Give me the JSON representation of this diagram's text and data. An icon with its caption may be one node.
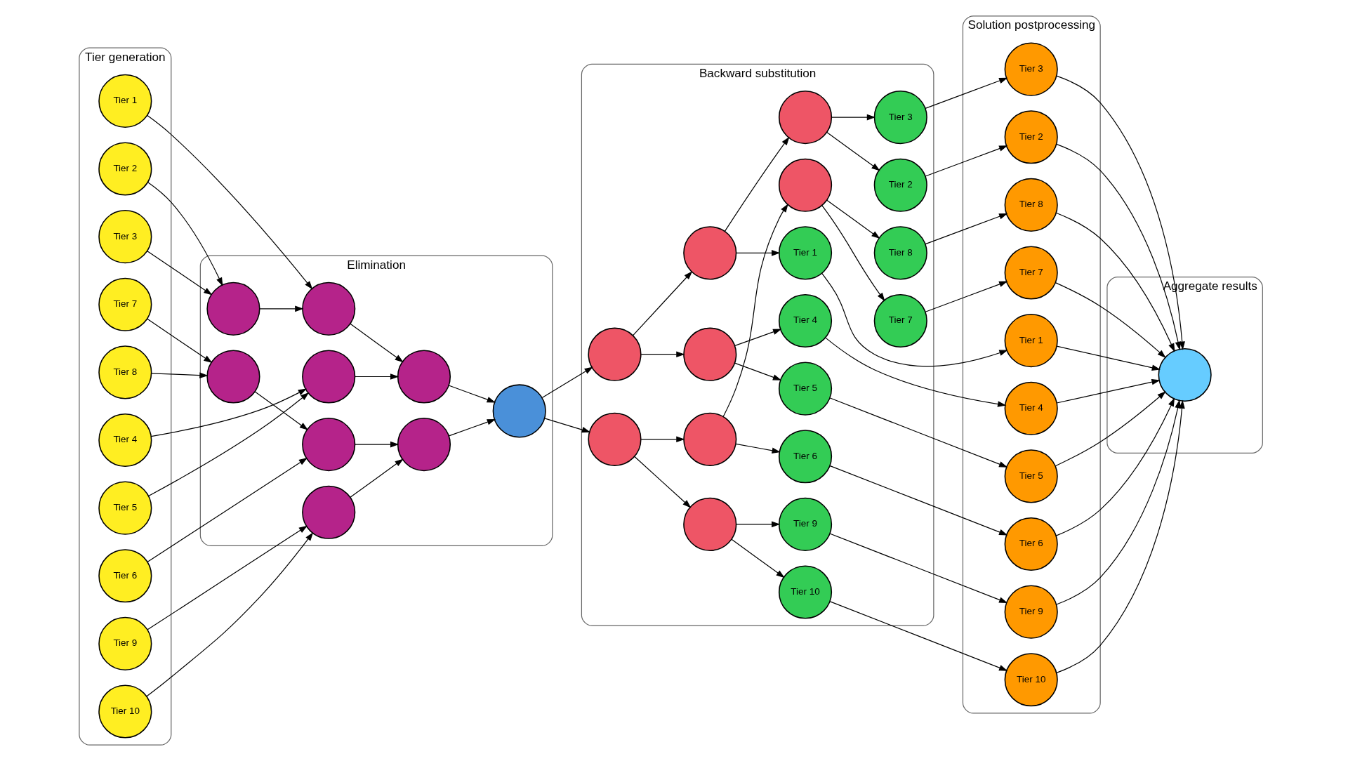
{
  "diagram": {
    "nodes": [
      {
        "text": [
          "Tier generation"
        ]
      },
      {
        "text": [
          "Tier 1"
        ],
        "in": 0
      },
      {
        "text": [
          "Tier 2"
        ],
        "in": 0
      },
      {
        "text": [
          "Tier 3"
        ],
        "in": 0
      },
      {
        "text": [
          "Tier 4"
        ],
        "in": 0
      },
      {
        "text": [
          "Tier 5"
        ],
        "in": 0
      },
      {
        "text": [
          "Tier 6"
        ],
        "in": 0
      },
      {
        "text": [
          "Tier 7"
        ],
        "in": 0
      },
      {
        "text": [
          "Tier 8"
        ],
        "in": 0
      },
      {
        "text": [
          "Tier 9"
        ],
        "in": 0
      },
      {
        "text": [
          "Tier 10"
        ],
        "in": 0
      },
      {
        "text": [
          "Elimination"
        ]
      },
      {
        "text": [],
        "shape": "circle",
        "in": 11
      },
      {
        "text": [],
        "shape": "circle",
        "in": 11
      },
      {
        "text": [],
        "shape": "circle",
        "in": 11
      },
      {
        "text": [],
        "shape": "circle",
        "in": 11
      },
      {
        "text": [],
        "shape": "circle",
        "in": 11
      },
      {
        "text": [],
        "shape": "circle",
        "in": 11
      },
      {
        "text": [],
        "shape": "circle",
        "in": 11
      },
      {
        "text": [],
        "shape": "circle",
        "in": 11
      },
      {
        "text": [],
        "shape": "circle",
        "in": 11
      },
      {
        "text": [
          "Backward substitution"
        ]
      },
      {
        "text": [],
        "shape": "circle",
        "in": 21
      },
      {
        "text": [],
        "shape": "circle",
        "in": 21
      },
      {
        "text": [],
        "shape": "circle",
        "in": 21
      },
      {
        "text": [],
        "shape": "circle",
        "in": 21
      },
      {
        "text": [],
        "shape": "circle",
        "in": 21
      },
      {
        "text": [],
        "shape": "circle",
        "in": 21
      },
      {
        "text": [],
        "shape": "circle",
        "in": 21
      },
      {
        "text": [],
        "shape": "circle",
        "in": 21
      },
      {
        "text": [
          "Tier 1"
        ],
        "in": 21
      },
      {
        "text": [
          "Tier 2"
        ],
        "in": 21
      },
      {
        "text": [
          "Tier 3"
        ],
        "in": 21
      },
      {
        "text": [
          "Tier 4"
        ],
        "in": 21
      },
      {
        "text": [
          "Tier 5"
        ],
        "in": 21
      },
      {
        "text": [
          "Tier 6"
        ],
        "in": 21
      },
      {
        "text": [
          "Tier 7"
        ],
        "in": 21
      },
      {
        "text": [
          "Tier 8"
        ],
        "in": 21
      },
      {
        "text": [
          "Tier 9"
        ],
        "in": 21
      },
      {
        "text": [
          "Tier 10"
        ],
        "in": 21
      },
      {
        "text": [
          "Solution postprocessing"
        ]
      },
      {
        "text": [
          "Tier 1"
        ],
        "in": 40
      },
      {
        "text": [
          "Tier 2"
        ],
        "in": 40
      },
      {
        "text": [
          "Tier 3"
        ],
        "in": 40
      },
      {
        "text": [
          "Tier 4"
        ],
        "in": 40
      },
      {
        "text": [
          "Tier 5"
        ],
        "in": 40
      },
      {
        "text": [
          "Tier 6"
        ],
        "in": 40
      },
      {
        "text": [
          "Tier 7"
        ],
        "in": 40
      },
      {
        "text": [
          "Tier 8"
        ],
        "in": 40
      },
      {
        "text": [
          "Tier 9"
        ],
        "in": 40
      },
      {
        "text": [
          "Tier 10"
        ],
        "in": 40
      },
      {
        "text": [
          "Aggregate results"
        ]
      },
      {
        "text": [],
        "shape": "circle",
        "in": 51
      }
    ],
    "edges": [
      {
        "from": 1,
        "to": 16,
        "arrow": "to"
      },
      {
        "from": 2,
        "to": 12,
        "arrow": "to"
      },
      {
        "from": 3,
        "to": 12,
        "arrow": "to"
      },
      {
        "from": 12,
        "to": 16,
        "arrow": "to"
      },
      {
        "from": 4,
        "to": 13,
        "arrow": "to"
      },
      {
        "from": 5,
        "to": 13,
        "arrow": "to"
      },
      {
        "from": 16,
        "to": 18,
        "arrow": "to"
      },
      {
        "from": 13,
        "to": 18,
        "arrow": "to"
      },
      {
        "from": 18,
        "to": 20,
        "arrow": "to"
      },
      {
        "from": 6,
        "to": 17,
        "arrow": "to"
      },
      {
        "from": 7,
        "to": 14,
        "arrow": "to"
      },
      {
        "from": 8,
        "to": 14,
        "arrow": "to"
      },
      {
        "from": 14,
        "to": 17,
        "arrow": "to"
      },
      {
        "from": 9,
        "to": 15,
        "arrow": "to"
      },
      {
        "from": 10,
        "to": 15,
        "arrow": "to"
      },
      {
        "from": 17,
        "to": 19,
        "arrow": "to"
      },
      {
        "from": 15,
        "to": 19,
        "arrow": "to"
      },
      {
        "from": 19,
        "to": 20,
        "arrow": "to"
      },
      {
        "from": 20,
        "to": 22,
        "arrow": "to"
      },
      {
        "from": 20,
        "to": 23,
        "arrow": "to"
      },
      {
        "from": 22,
        "to": 24,
        "arrow": "to"
      },
      {
        "from": 22,
        "to": 27,
        "arrow": "to"
      },
      {
        "from": 24,
        "to": 30,
        "arrow": "to"
      },
      {
        "from": 24,
        "to": 26,
        "arrow": "to"
      },
      {
        "from": 26,
        "to": 31,
        "arrow": "to"
      },
      {
        "from": 26,
        "to": 32,
        "arrow": "to"
      },
      {
        "from": 27,
        "to": 33,
        "arrow": "to"
      },
      {
        "from": 27,
        "to": 34,
        "arrow": "to"
      },
      {
        "from": 23,
        "to": 25,
        "arrow": "to"
      },
      {
        "from": 23,
        "to": 29,
        "arrow": "to"
      },
      {
        "from": 25,
        "to": 35,
        "arrow": "to"
      },
      {
        "from": 25,
        "to": 28,
        "arrow": "to"
      },
      {
        "from": 28,
        "to": 36,
        "arrow": "to"
      },
      {
        "from": 28,
        "to": 37,
        "arrow": "to"
      },
      {
        "from": 29,
        "to": 38,
        "arrow": "to"
      },
      {
        "from": 29,
        "to": 39,
        "arrow": "to"
      },
      {
        "from": 30,
        "to": 41,
        "arrow": "to"
      },
      {
        "from": 31,
        "to": 42,
        "arrow": "to"
      },
      {
        "from": 32,
        "to": 43,
        "arrow": "to"
      },
      {
        "from": 33,
        "to": 44,
        "arrow": "to"
      },
      {
        "from": 34,
        "to": 45,
        "arrow": "to"
      },
      {
        "from": 35,
        "to": 46,
        "arrow": "to"
      },
      {
        "from": 36,
        "to": 47,
        "arrow": "to"
      },
      {
        "from": 37,
        "to": 48,
        "arrow": "to"
      },
      {
        "from": 38,
        "to": 49,
        "arrow": "to"
      },
      {
        "from": 39,
        "to": 50,
        "arrow": "to"
      },
      {
        "from": 41,
        "to": 52,
        "arrow": "to"
      },
      {
        "from": 42,
        "to": 52,
        "arrow": "to"
      },
      {
        "from": 43,
        "to": 52,
        "arrow": "to"
      },
      {
        "from": 44,
        "to": 52,
        "arrow": "to"
      },
      {
        "from": 45,
        "to": 52,
        "arrow": "to"
      },
      {
        "from": 46,
        "to": 52,
        "arrow": "to"
      },
      {
        "from": 47,
        "to": 52,
        "arrow": "to"
      },
      {
        "from": 48,
        "to": 52,
        "arrow": "to"
      },
      {
        "from": 49,
        "to": 52,
        "arrow": "to"
      },
      {
        "from": 50,
        "to": 52,
        "arrow": "to"
      }
    ]
  }
}
